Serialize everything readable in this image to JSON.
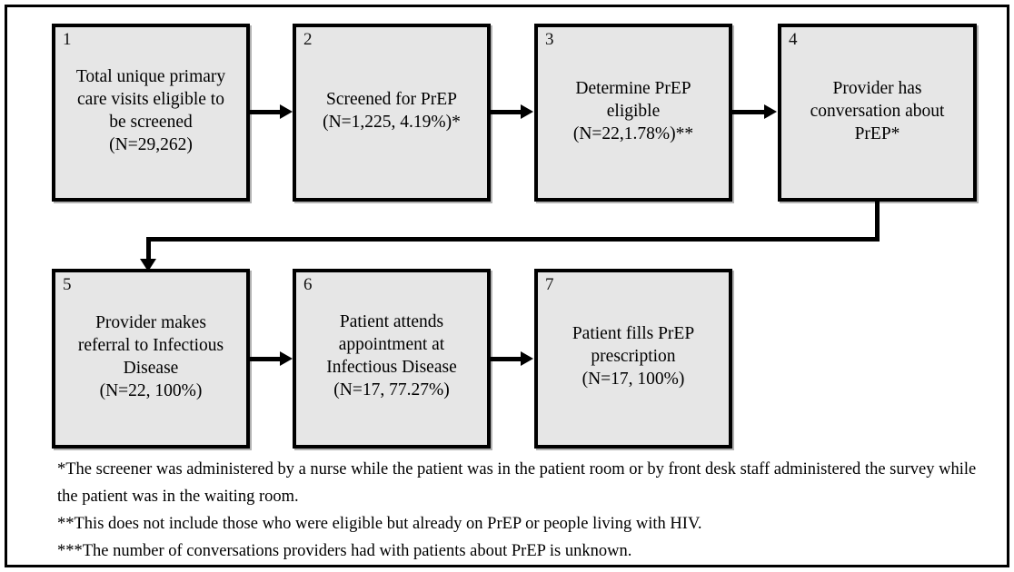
{
  "figure": {
    "type": "flowchart",
    "orientation": "left-to-right, two rows",
    "box_fill_color": "#e6e6e6",
    "border_color": "#000000",
    "background_color": "#ffffff"
  },
  "boxes": [
    {
      "number": "1",
      "lines": [
        "Total unique primary",
        "care visits  eligible to",
        "be screened",
        "(N=29,262)"
      ]
    },
    {
      "number": "2",
      "lines": [
        "Screened for PrEP",
        "(N=1,225, 4.19%)*"
      ]
    },
    {
      "number": "3",
      "lines": [
        "Determine PrEP",
        "eligible",
        "(N=22,1.78%)**"
      ]
    },
    {
      "number": "4",
      "lines": [
        "Provider has",
        "conversation about",
        "PrEP*"
      ]
    },
    {
      "number": "5",
      "lines": [
        "Provider makes",
        "referral to Infectious",
        "Disease",
        "(N=22, 100%)"
      ]
    },
    {
      "number": "6",
      "lines": [
        "Patient attends",
        "appointment at",
        "Infectious Disease",
        "(N=17, 77.27%)"
      ]
    },
    {
      "number": "7",
      "lines": [
        "Patient fills PrEP",
        "prescription",
        "(N=17, 100%)"
      ]
    }
  ],
  "connectors": [
    {
      "from": "1",
      "to": "2",
      "style": "straight-arrow-right"
    },
    {
      "from": "2",
      "to": "3",
      "style": "straight-arrow-right"
    },
    {
      "from": "3",
      "to": "4",
      "style": "straight-arrow-right"
    },
    {
      "from": "4",
      "to": "5",
      "style": "elbow-down-left-arrow-down"
    },
    {
      "from": "5",
      "to": "6",
      "style": "straight-arrow-right"
    },
    {
      "from": "6",
      "to": "7",
      "style": "straight-arrow-right"
    }
  ],
  "footnotes": [
    "*The screener was administered by a nurse while the patient was in the patient room or by front desk staff administered the survey while the patient was in the waiting room.",
    "**This does not include those who were eligible but already on PrEP or people living with HIV.",
    "***The number of conversations providers had with patients about PrEP is unknown."
  ]
}
